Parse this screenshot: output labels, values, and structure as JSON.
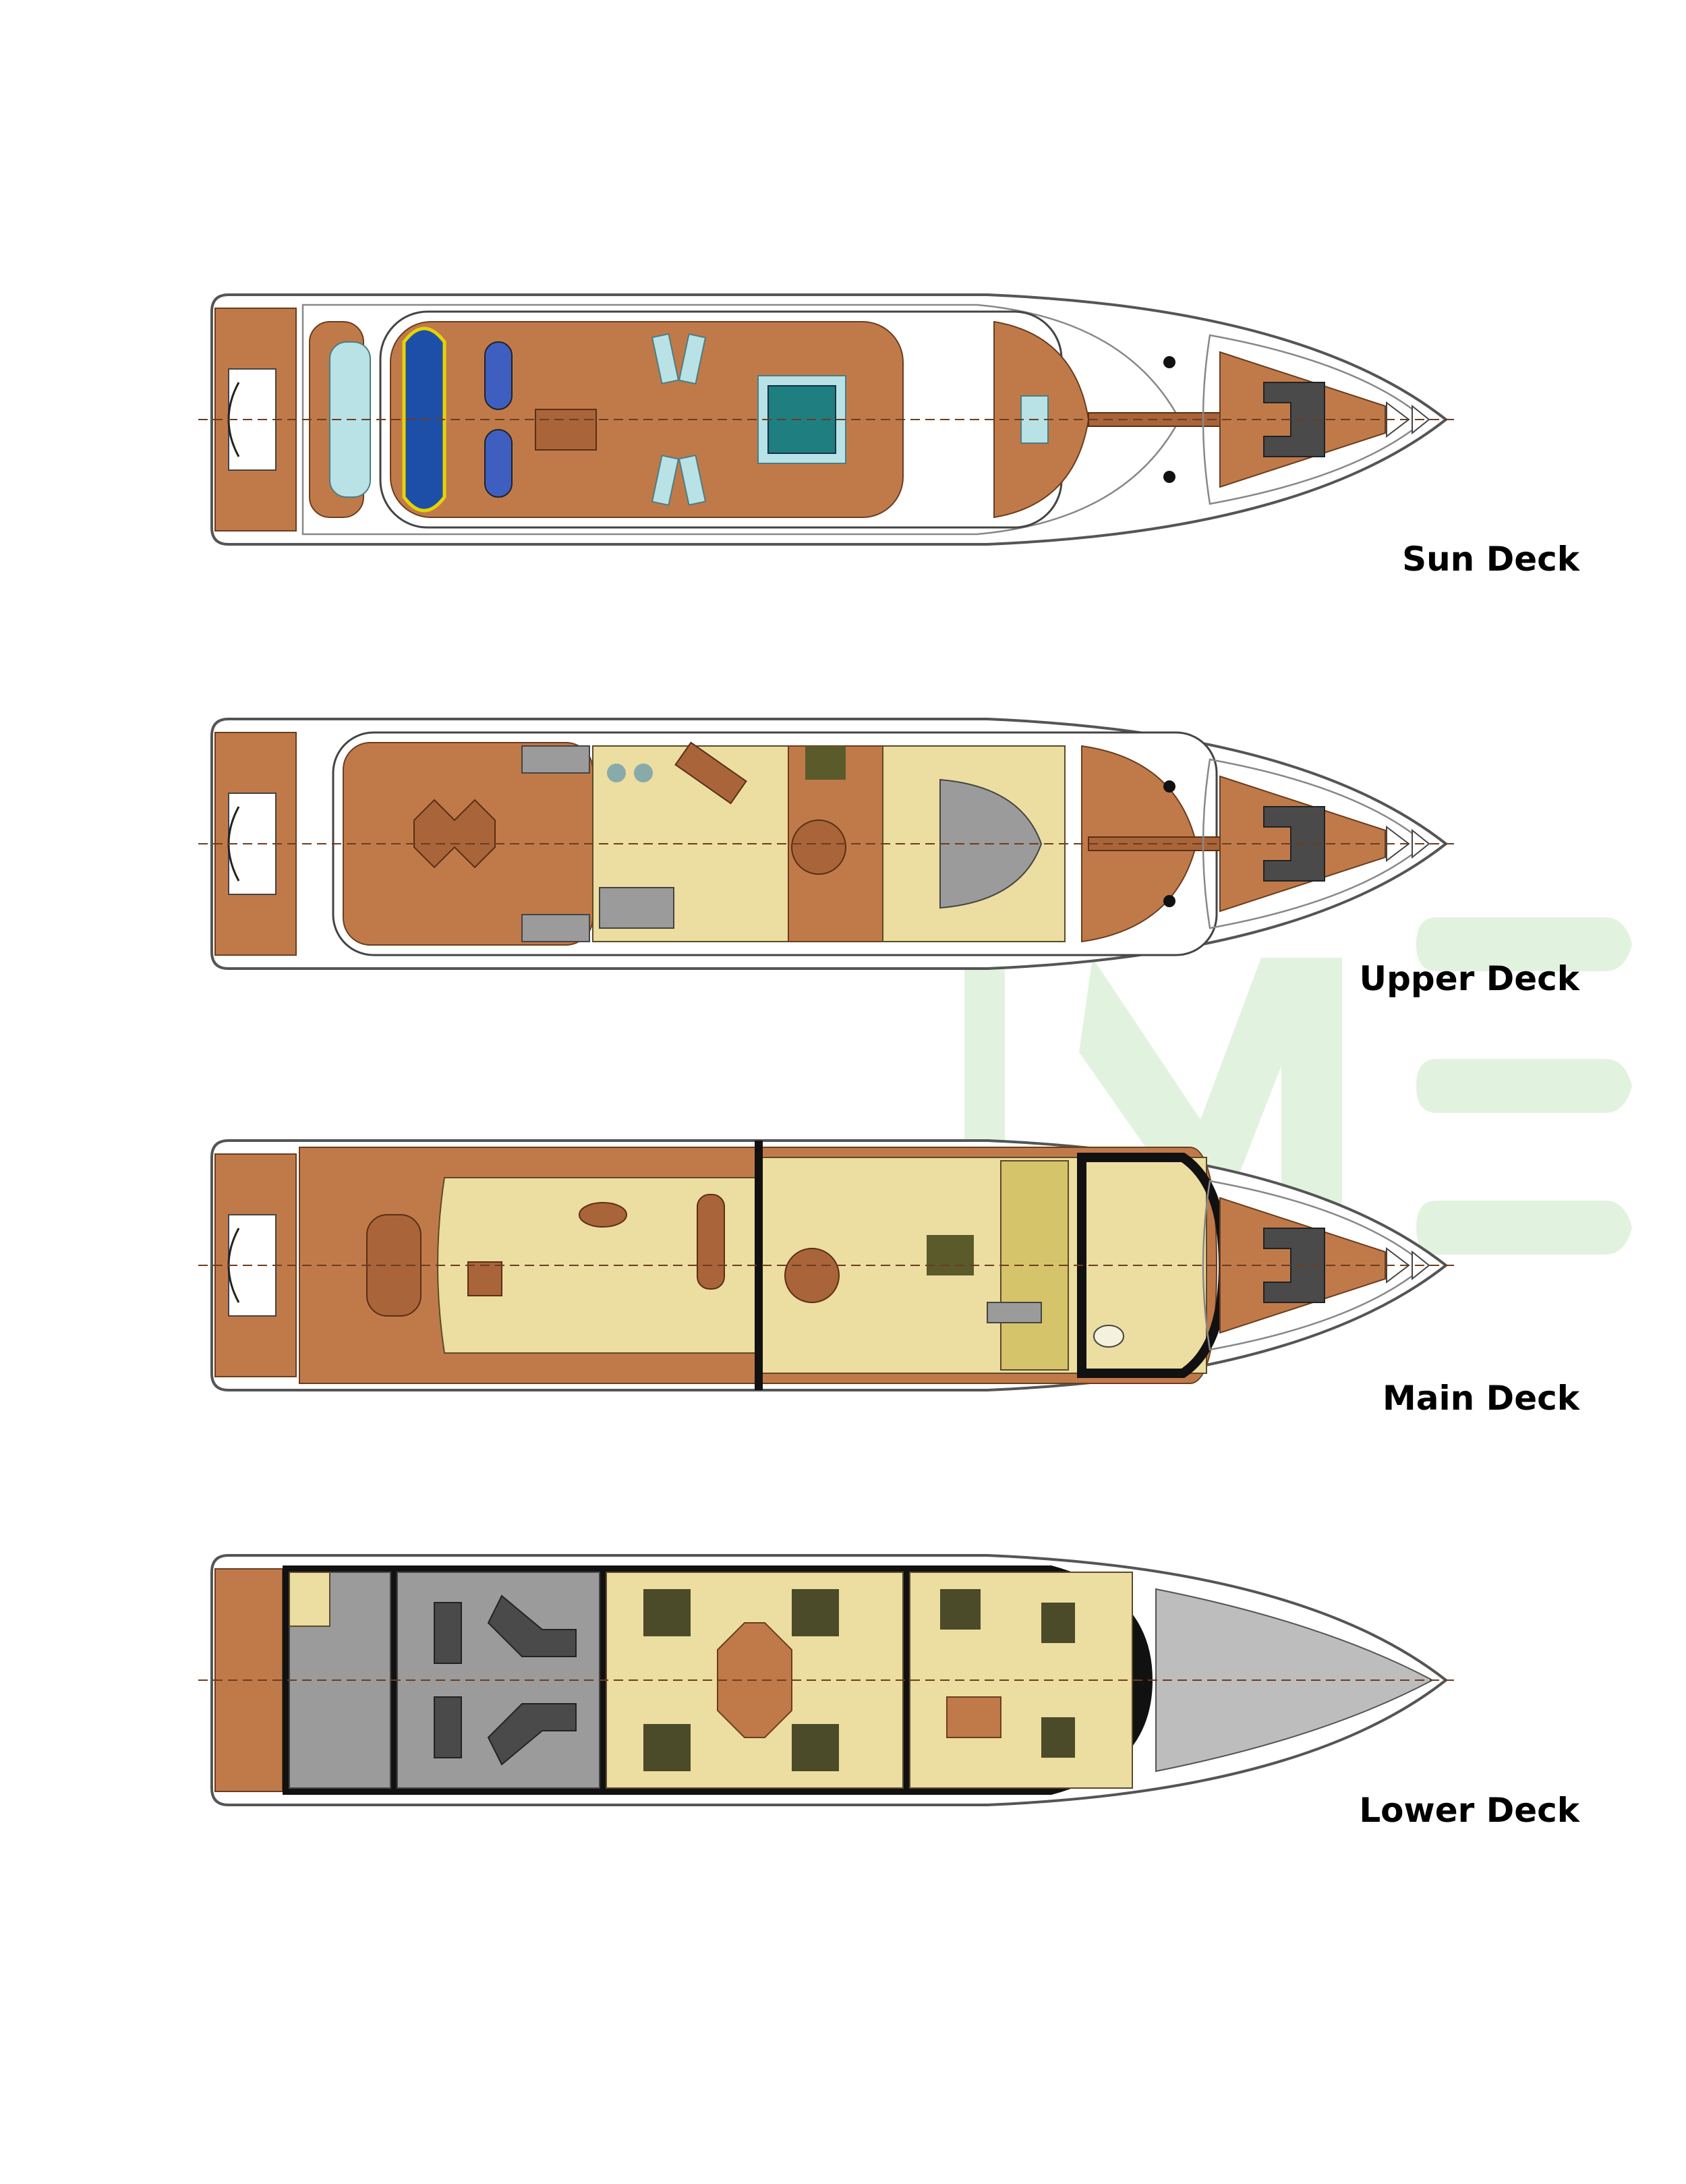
{
  "decks": [
    {
      "label": "Sun Deck"
    },
    {
      "label": "Upper Deck"
    },
    {
      "label": "Main Deck"
    },
    {
      "label": "Lower Deck"
    }
  ],
  "watermark": "IME",
  "colors": {
    "teak": "#c07a4a",
    "interior": "#ecdda0",
    "machinery": "#9b9b9b",
    "watermark": "#d6f0d2"
  }
}
